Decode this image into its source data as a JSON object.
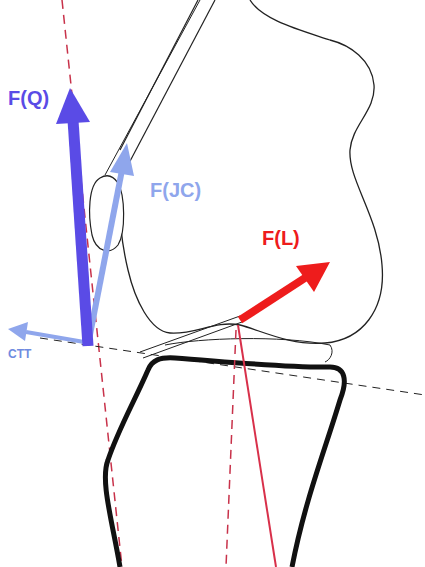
{
  "diagram": {
    "labels": [
      "F(Q)",
      "F(JC)",
      "F(L)",
      "CTT"
    ]
  }
}
